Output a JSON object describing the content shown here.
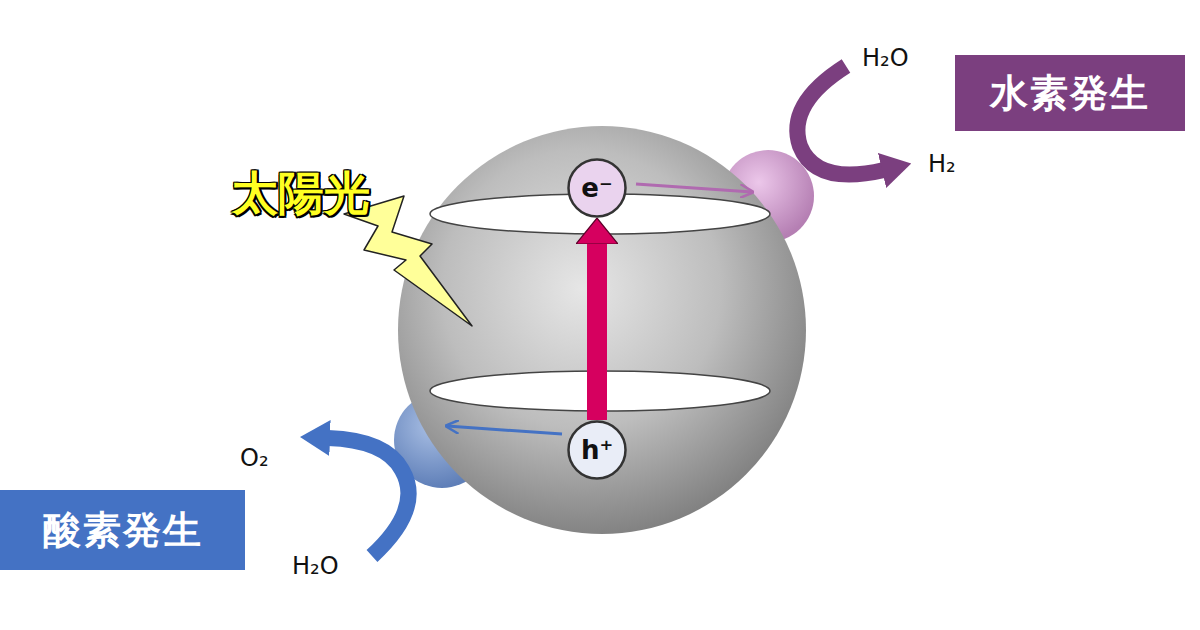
{
  "diagram": {
    "nodes": [
      {
        "text": [
          "水素発生"
        ]
      },
      {
        "text": [
          "e⁻"
        ]
      },
      {
        "text": [
          "h⁺"
        ]
      },
      {
        "text": [
          "酸素発生"
        ]
      }
    ],
    "edges": [
      {
        "from": 2,
        "to": 1,
        "arrow": "to"
      }
    ],
    "labels": [
      "H₂O",
      "H₂",
      "太陽光",
      "O₂",
      "H₂O"
    ]
  }
}
